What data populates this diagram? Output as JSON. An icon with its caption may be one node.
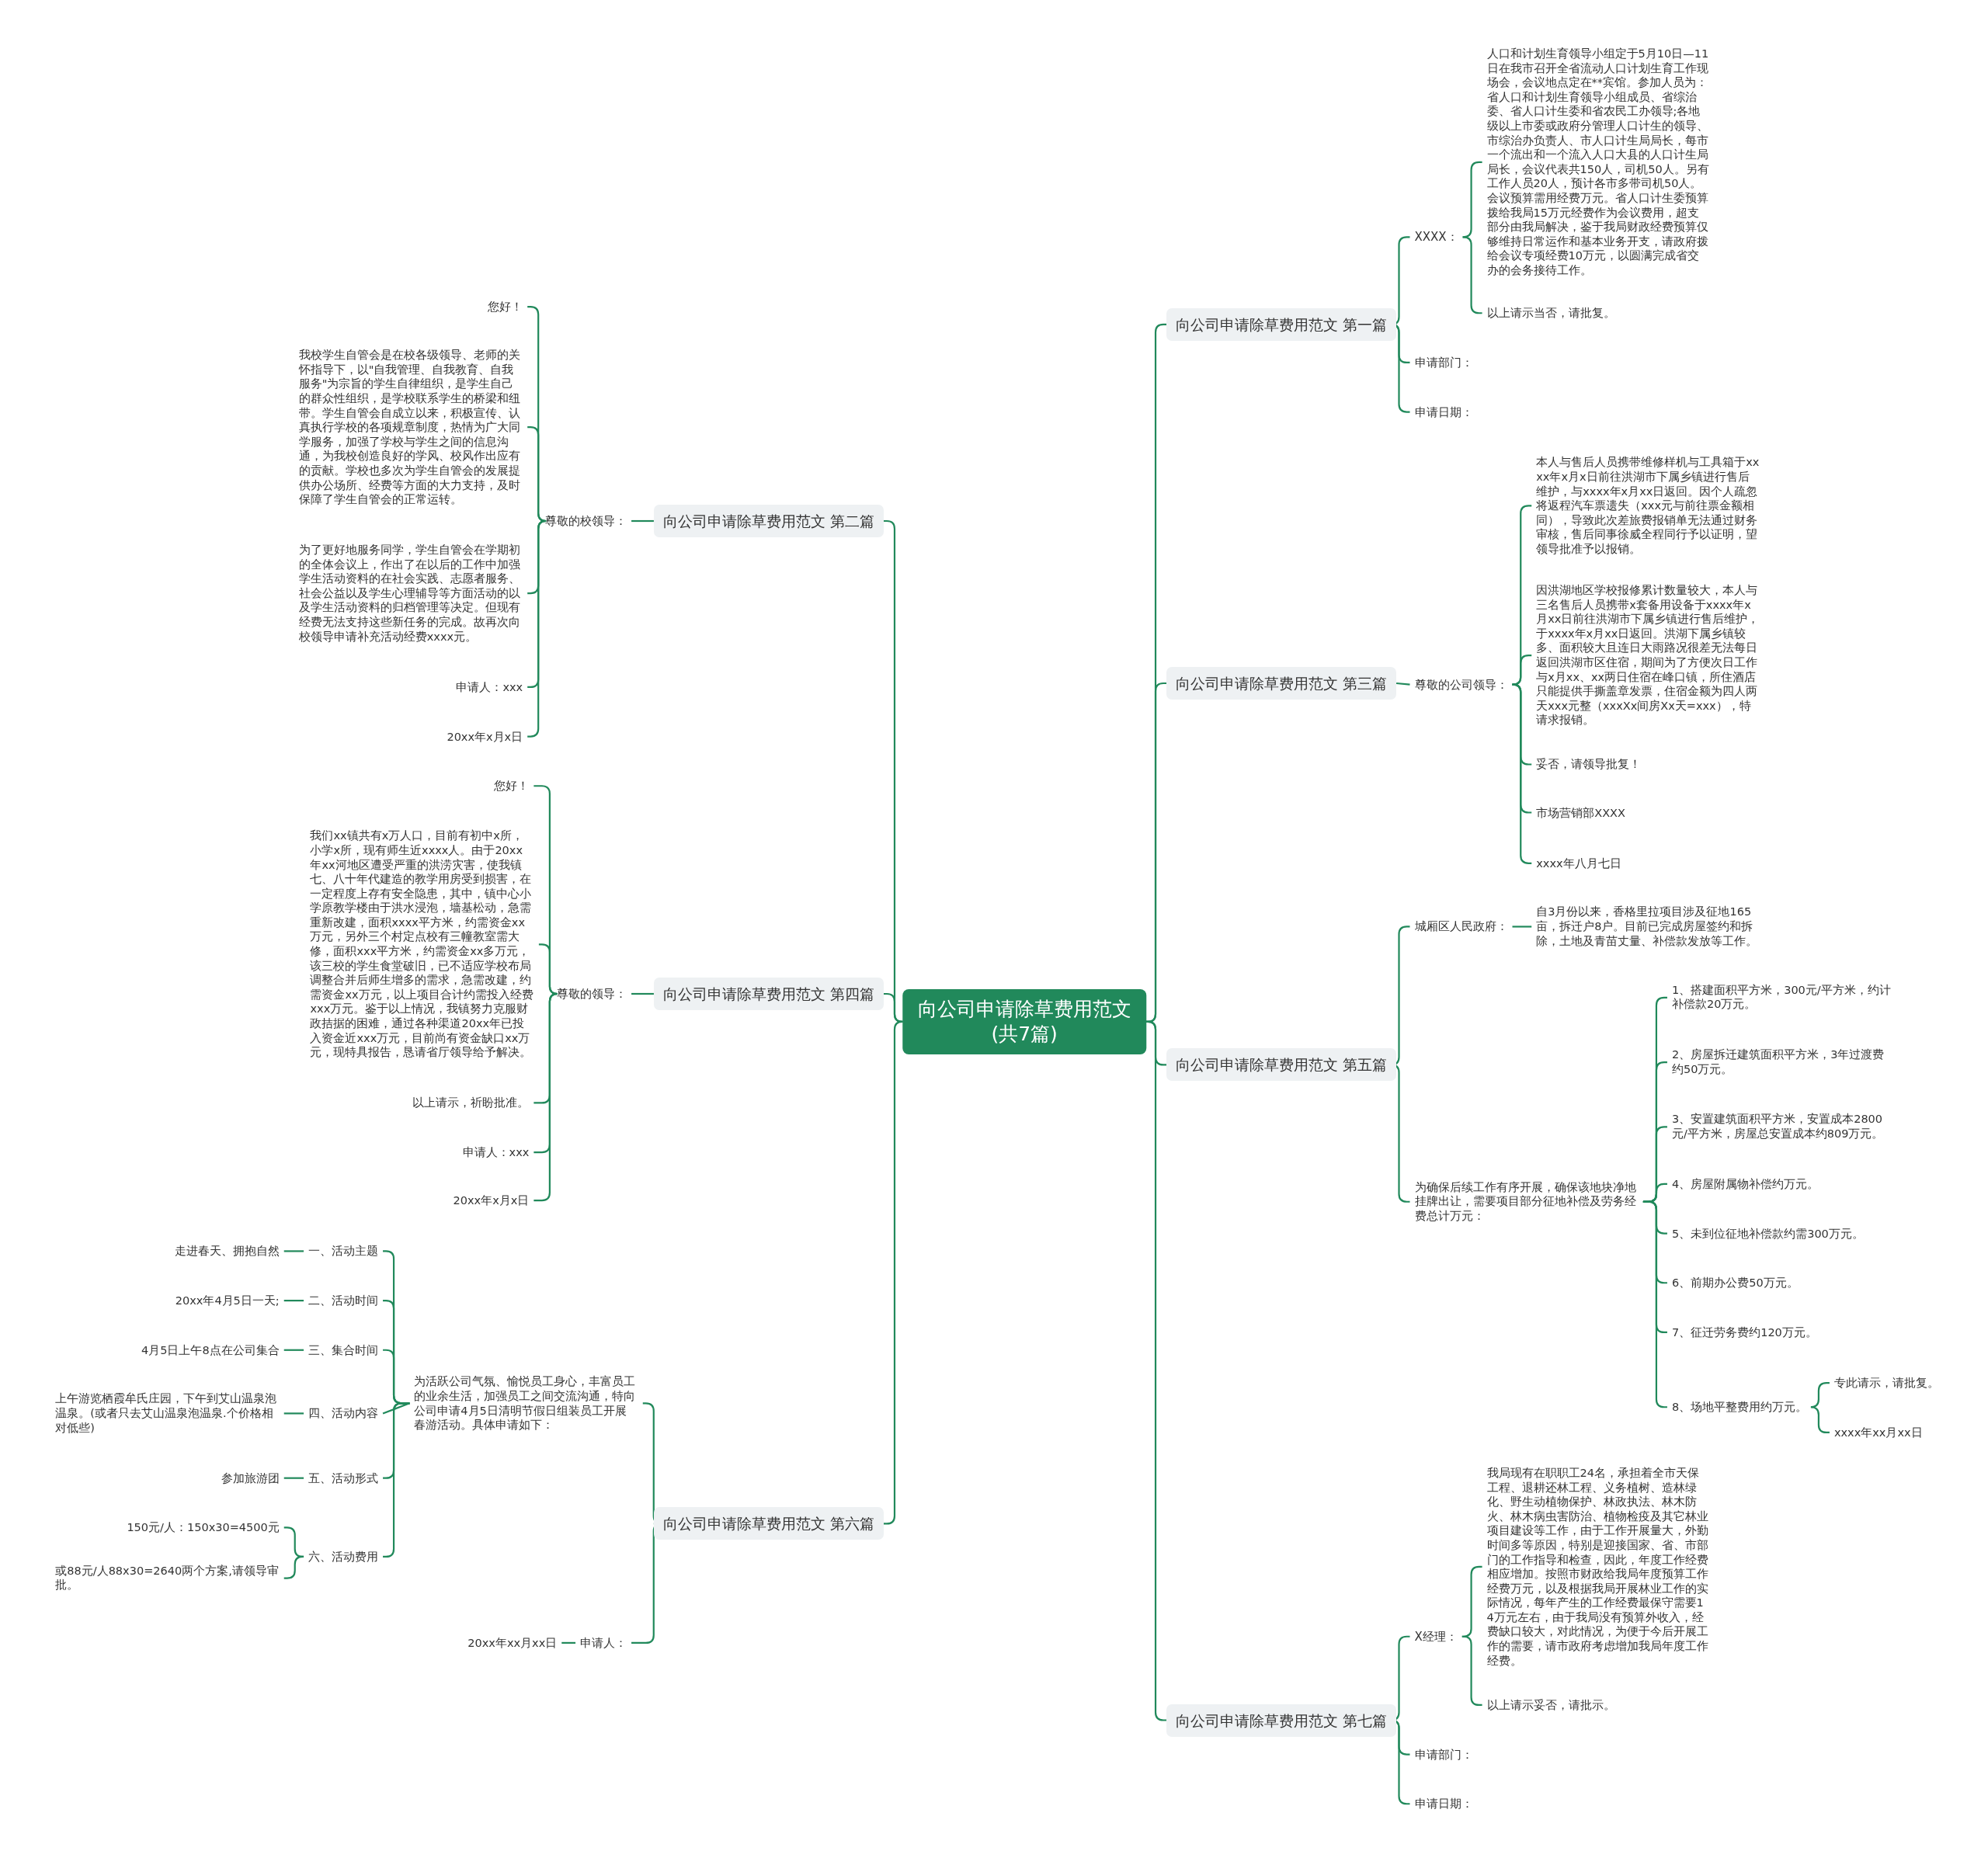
{
  "diagram": {
    "nodes": [
      {
        "text": [
          "向公司申请除草费用范文(共7篇)"
        ]
      },
      {
        "text": [
          "向公司申请除草费用范文 第一篇"
        ]
      },
      {
        "text": [
          "XXXX："
        ]
      },
      {
        "text": [
          "人口和计划生育领导小组定于5月10日—11日在我市召开全省流动人口计划生育工作现场会，会议地点定在**宾馆。参加人员为：省人口和计划生育领导小组成员、省综治委、省人口计生委和省农民工办领导;各地级以上市委或政府分管理人口计生的领导、市综治办负责人、市人口计生局局长，每市一个流出和一个流入人口大县的人口计生局局长，会议代表共150人，司机50人。另有工作人员20人，预计各市多带司机50人。会议预算需用经费万元。省人口计生委预算拨给我局15万元经费作为会议费用，超支部分由我局解决，鉴于我局财政经费预算仅够维持日常运作和基本业务开支，请政府拨给会议专项经费10万元，以圆满完成省交办的会务接待工作。"
        ]
      },
      {
        "text": [
          "以上请示当否，请批复。"
        ]
      },
      {
        "text": [
          "申请部门："
        ]
      },
      {
        "text": [
          "申请日期："
        ]
      },
      {
        "text": [
          "向公司申请除草费用范文 第二篇"
        ]
      },
      {
        "text": [
          "尊敬的校领导："
        ]
      },
      {
        "text": [
          "您好！"
        ]
      },
      {
        "text": [
          "我校学生自管会是在校各级领导、老师的关怀指导下，以\"自我管理、自我教育、自我服务\"为宗旨的学生自律组织，是学生自己的群众性组织，是学校联系学生的桥梁和纽带。学生自管会自成立以来，积极宣传、认真执行学校的各项规章制度，热情为广大同学服务，加强了学校与学生之间的信息沟通，为我校创造良好的学风、校风作出应有的贡献。学校也多次为学生自管会的发展提供办公场所、经费等方面的大力支持，及时保障了学生自管会的正常运转。"
        ]
      },
      {
        "text": [
          "为了更好地服务同学，学生自管会在学期初的全体会议上，作出了在以后的工作中加强学生活动资料的在社会实践、志愿者服务、社会公益以及学生心理辅导等方面活动的以及学生活动资料的归档管理等决定。但现有经费无法支持这些新任务的完成。故再次向校领导申请补充活动经费xxxx元。"
        ]
      },
      {
        "text": [
          "申请人：xxx"
        ]
      },
      {
        "text": [
          "20xx年x月x日"
        ]
      },
      {
        "text": [
          "向公司申请除草费用范文 第三篇"
        ]
      },
      {
        "text": [
          "尊敬的公司领导："
        ]
      },
      {
        "text": [
          "本人与售后人员携带维修样机与工具箱于xxxx年x月x日前往洪湖市下属乡镇进行售后维护，与xxxx年x月xx日返回。因个人疏忽将返程汽车票遗失（xxx元与前往票金额相同），导致此次差旅费报销单无法通过财务审核，售后同事徐威全程同行予以证明，望领导批准予以报销。"
        ]
      },
      {
        "text": [
          "因洪湖地区学校报修累计数量较大，本人与三名售后人员携带x套备用设备于xxxx年x月xx日前往洪湖市下属乡镇进行售后维护，于xxxx年x月xx日返回。洪湖下属乡镇较多、面积较大且连日大雨路况很差无法每日返回洪湖市区住宿，期间为了方便次日工作与x月xx、xx两日住宿在峰口镇，所住酒店只能提供手撕盖章发票，住宿金额为四人两天xxx元整（xxxXx间房Xx天=xxx），特请求报销。"
        ]
      },
      {
        "text": [
          "妥否，请领导批复！"
        ]
      },
      {
        "text": [
          "市场营销部XXXX"
        ]
      },
      {
        "text": [
          "xxxx年八月七日"
        ]
      },
      {
        "text": [
          "向公司申请除草费用范文 第四篇"
        ]
      },
      {
        "text": [
          "尊敬的领导："
        ]
      },
      {
        "text": [
          "您好！"
        ]
      },
      {
        "text": [
          "我们xx镇共有x万人口，目前有初中x所，小学x所，现有师生近xxxx人。由于20xx年xx河地区遭受严重的洪涝灾害，使我镇七、八十年代建造的教学用房受到损害，在一定程度上存有安全隐患，其中，镇中心小学原教学楼由于洪水浸泡，墙基松动，急需重新改建，面积xxxx平方米，约需资金xx万元，另外三个村定点校有三幢教室需大修，面积xxx平方米，约需资金xx多万元，该三校的学生食堂破旧，已不适应学校布局调整合并后师生增多的需求，急需改建，约需资金xx万元，以上项目合计约需投入经费xxx万元。鉴于以上情况，我镇努力克服财政拮据的困难，通过各种渠道20xx年已投入资金近xxx万元，目前尚有资金缺口xx万元，现特具报告，恳请省厅领导给予解决。"
        ]
      },
      {
        "text": [
          "以上请示，祈盼批准。"
        ]
      },
      {
        "text": [
          "申请人：xxx"
        ]
      },
      {
        "text": [
          "20xx年x月x日"
        ]
      },
      {
        "text": [
          "向公司申请除草费用范文 第五篇"
        ]
      },
      {
        "text": [
          "城厢区人民政府："
        ]
      },
      {
        "text": [
          "自3月份以来，香格里拉项目涉及征地165亩，拆迁户8户。目前已完成房屋签约和拆除，土地及青苗丈量、补偿款发放等工作。"
        ]
      },
      {
        "text": [
          "为确保后续工作有序开展，确保该地块净地挂牌出让，需要项目部分征地补偿及劳务经费总计万元："
        ]
      },
      {
        "text": [
          "1、搭建面积平方米，300元/平方米，约计补偿款20万元。"
        ]
      },
      {
        "text": [
          "2、房屋拆迁建筑面积平方米，3年过渡费约50万元。"
        ]
      },
      {
        "text": [
          "3、安置建筑面积平方米，安置成本2800元/平方米，房屋总安置成本约809万元。"
        ]
      },
      {
        "text": [
          "4、房屋附属物补偿约万元。"
        ]
      },
      {
        "text": [
          "5、未到位征地补偿款约需300万元。"
        ]
      },
      {
        "text": [
          "6、前期办公费50万元。"
        ]
      },
      {
        "text": [
          "7、征迁劳务费约120万元。"
        ]
      },
      {
        "text": [
          "8、场地平整费用约万元。"
        ]
      },
      {
        "text": [
          "专此请示，请批复。"
        ]
      },
      {
        "text": [
          "xxxx年xx月xx日"
        ]
      },
      {
        "text": [
          "向公司申请除草费用范文 第六篇"
        ]
      },
      {
        "text": [
          "为活跃公司气氛、愉悦员工身心，丰富员工的业余生活，加强员工之间交流沟通，特向公司申请4月5日清明节假日组装员工开展春游活动。具体申请如下："
        ]
      },
      {
        "text": [
          "一、活动主题"
        ]
      },
      {
        "text": [
          "走进春天、拥抱自然"
        ]
      },
      {
        "text": [
          "二、活动时间"
        ]
      },
      {
        "text": [
          "20xx年4月5日一天;"
        ]
      },
      {
        "text": [
          "三、集合时间"
        ]
      },
      {
        "text": [
          "4月5日上午8点在公司集合"
        ]
      },
      {
        "text": [
          "四、活动内容"
        ]
      },
      {
        "text": [
          "上午游览栖霞牟氏庄园，下午到艾山温泉泡温泉。(或者只去艾山温泉泡温泉.个价格相对低些)"
        ]
      },
      {
        "text": [
          "五、活动形式"
        ]
      },
      {
        "text": [
          "参加旅游团"
        ]
      },
      {
        "text": [
          "六、活动费用"
        ]
      },
      {
        "text": [
          "150元/人：150x30=4500元"
        ]
      },
      {
        "text": [
          "或88元/人88x30=2640两个方案,请领导审批。"
        ]
      },
      {
        "text": [
          "申请人："
        ]
      },
      {
        "text": [
          "20xx年xx月xx日"
        ]
      },
      {
        "text": [
          "向公司申请除草费用范文 第七篇"
        ]
      },
      {
        "text": [
          "X经理："
        ]
      },
      {
        "text": [
          "我局现有在职职工24名，承担着全市天保工程、退耕还林工程、义务植树、造林绿化、野生动植物保护、林政执法、林木防火、林木病虫害防治、植物检疫及其它林业项目建设等工作，由于工作开展量大，外勤时间多等原因，特别是迎接国家、省、市部门的工作指导和检查，因此，年度工作经费相应增加。按照市财政给我局年度预算工作经费万元，以及根据我局开展林业工作的实际情况，每年产生的工作经费最保守需要14万元左右，由于我局没有预算外收入，经费缺口较大，对此情况，为便于今后开展工作的需要，请市政府考虑增加我局年度工作经费。"
        ]
      },
      {
        "text": [
          "以上请示妥否，请批示。"
        ]
      },
      {
        "text": [
          "申请部门："
        ]
      },
      {
        "text": [
          "申请日期："
        ]
      }
    ],
    "edges": [
      {
        "from": 0,
        "to": 1,
        "arrow": "none"
      },
      {
        "from": 1,
        "to": 2,
        "arrow": "none"
      },
      {
        "from": 2,
        "to": 3,
        "arrow": "none"
      },
      {
        "from": 2,
        "to": 4,
        "arrow": "none"
      },
      {
        "from": 1,
        "to": 5,
        "arrow": "none"
      },
      {
        "from": 1,
        "to": 6,
        "arrow": "none"
      },
      {
        "from": 0,
        "to": 7,
        "arrow": "none"
      },
      {
        "from": 7,
        "to": 8,
        "arrow": "none"
      },
      {
        "from": 8,
        "to": 9,
        "arrow": "none"
      },
      {
        "from": 8,
        "to": 10,
        "arrow": "none"
      },
      {
        "from": 8,
        "to": 11,
        "arrow": "none"
      },
      {
        "from": 8,
        "to": 12,
        "arrow": "none"
      },
      {
        "from": 8,
        "to": 13,
        "arrow": "none"
      },
      {
        "from": 0,
        "to": 14,
        "arrow": "none"
      },
      {
        "from": 14,
        "to": 15,
        "arrow": "none"
      },
      {
        "from": 15,
        "to": 16,
        "arrow": "none"
      },
      {
        "from": 15,
        "to": 17,
        "arrow": "none"
      },
      {
        "from": 15,
        "to": 18,
        "arrow": "none"
      },
      {
        "from": 15,
        "to": 19,
        "arrow": "none"
      },
      {
        "from": 15,
        "to": 20,
        "arrow": "none"
      },
      {
        "from": 0,
        "to": 21,
        "arrow": "none"
      },
      {
        "from": 21,
        "to": 22,
        "arrow": "none"
      },
      {
        "from": 22,
        "to": 23,
        "arrow": "none"
      },
      {
        "from": 22,
        "to": 24,
        "arrow": "none"
      },
      {
        "from": 22,
        "to": 25,
        "arrow": "none"
      },
      {
        "from": 22,
        "to": 26,
        "arrow": "none"
      },
      {
        "from": 22,
        "to": 27,
        "arrow": "none"
      },
      {
        "from": 0,
        "to": 28,
        "arrow": "none"
      },
      {
        "from": 28,
        "to": 29,
        "arrow": "none"
      },
      {
        "from": 29,
        "to": 30,
        "arrow": "none"
      },
      {
        "from": 28,
        "to": 31,
        "arrow": "none"
      },
      {
        "from": 31,
        "to": 32,
        "arrow": "none"
      },
      {
        "from": 31,
        "to": 33,
        "arrow": "none"
      },
      {
        "from": 31,
        "to": 34,
        "arrow": "none"
      },
      {
        "from": 31,
        "to": 35,
        "arrow": "none"
      },
      {
        "from": 31,
        "to": 36,
        "arrow": "none"
      },
      {
        "from": 31,
        "to": 37,
        "arrow": "none"
      },
      {
        "from": 31,
        "to": 38,
        "arrow": "none"
      },
      {
        "from": 31,
        "to": 39,
        "arrow": "none"
      },
      {
        "from": 39,
        "to": 40,
        "arrow": "none"
      },
      {
        "from": 39,
        "to": 41,
        "arrow": "none"
      },
      {
        "from": 0,
        "to": 42,
        "arrow": "none"
      },
      {
        "from": 42,
        "to": 43,
        "arrow": "none"
      },
      {
        "from": 43,
        "to": 44,
        "arrow": "none"
      },
      {
        "from": 44,
        "to": 45,
        "arrow": "none"
      },
      {
        "from": 43,
        "to": 46,
        "arrow": "none"
      },
      {
        "from": 46,
        "to": 47,
        "arrow": "none"
      },
      {
        "from": 43,
        "to": 48,
        "arrow": "none"
      },
      {
        "from": 48,
        "to": 49,
        "arrow": "none"
      },
      {
        "from": 43,
        "to": 50,
        "arrow": "none"
      },
      {
        "from": 50,
        "to": 51,
        "arrow": "none"
      },
      {
        "from": 43,
        "to": 52,
        "arrow": "none"
      },
      {
        "from": 52,
        "to": 53,
        "arrow": "none"
      },
      {
        "from": 43,
        "to": 54,
        "arrow": "none"
      },
      {
        "from": 54,
        "to": 55,
        "arrow": "none"
      },
      {
        "from": 54,
        "to": 56,
        "arrow": "none"
      },
      {
        "from": 42,
        "to": 57,
        "arrow": "none"
      },
      {
        "from": 57,
        "to": 58,
        "arrow": "none"
      },
      {
        "from": 0,
        "to": 59,
        "arrow": "none"
      },
      {
        "from": 59,
        "to": 60,
        "arrow": "none"
      },
      {
        "from": 60,
        "to": 61,
        "arrow": "none"
      },
      {
        "from": 60,
        "to": 62,
        "arrow": "none"
      },
      {
        "from": 59,
        "to": 63,
        "arrow": "none"
      },
      {
        "from": 59,
        "to": 64,
        "arrow": "none"
      }
    ]
  }
}
